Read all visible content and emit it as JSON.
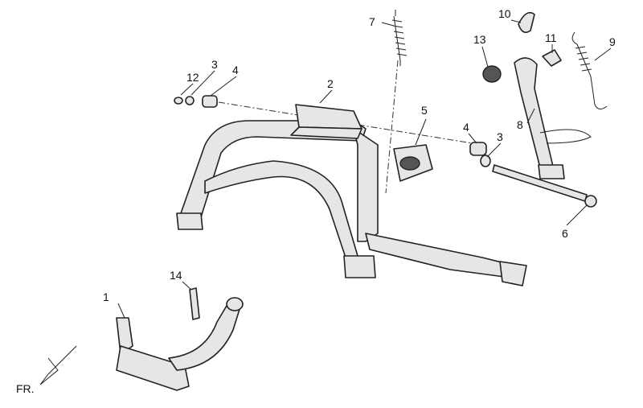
{
  "diagram": {
    "callouts": [
      {
        "id": "c1",
        "text": "1"
      },
      {
        "id": "c2",
        "text": "2"
      },
      {
        "id": "c3a",
        "text": "3"
      },
      {
        "id": "c3b",
        "text": "3"
      },
      {
        "id": "c4a",
        "text": "4"
      },
      {
        "id": "c4b",
        "text": "4"
      },
      {
        "id": "c5",
        "text": "5"
      },
      {
        "id": "c6",
        "text": "6"
      },
      {
        "id": "c7",
        "text": "7"
      },
      {
        "id": "c8",
        "text": "8"
      },
      {
        "id": "c9",
        "text": "9"
      },
      {
        "id": "c10",
        "text": "10"
      },
      {
        "id": "c11",
        "text": "11"
      },
      {
        "id": "c12",
        "text": "12"
      },
      {
        "id": "c13",
        "text": "13"
      },
      {
        "id": "c14",
        "text": "14"
      }
    ],
    "direction_label": "FR."
  }
}
